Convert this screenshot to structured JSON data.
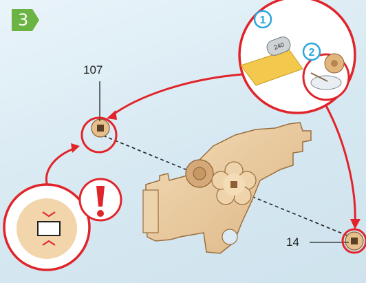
{
  "step": {
    "number": "3"
  },
  "parts": {
    "label_107": "107",
    "label_14": "14"
  },
  "callouts": {
    "substep_1": "1",
    "substep_2": "2",
    "sandpaper_grit": "240"
  },
  "colors": {
    "accent_red": "#e0242a",
    "step_green": "#6bb444",
    "substep_blue": "#2aa6dd",
    "wood": "#e8c79b",
    "wood_dark": "#c99a63",
    "background": "#dcebf3"
  },
  "icons": [
    "exclamation-icon",
    "sandpaper-icon",
    "glue-dish-icon",
    "gear-part-icon",
    "alignment-slot-icon"
  ]
}
